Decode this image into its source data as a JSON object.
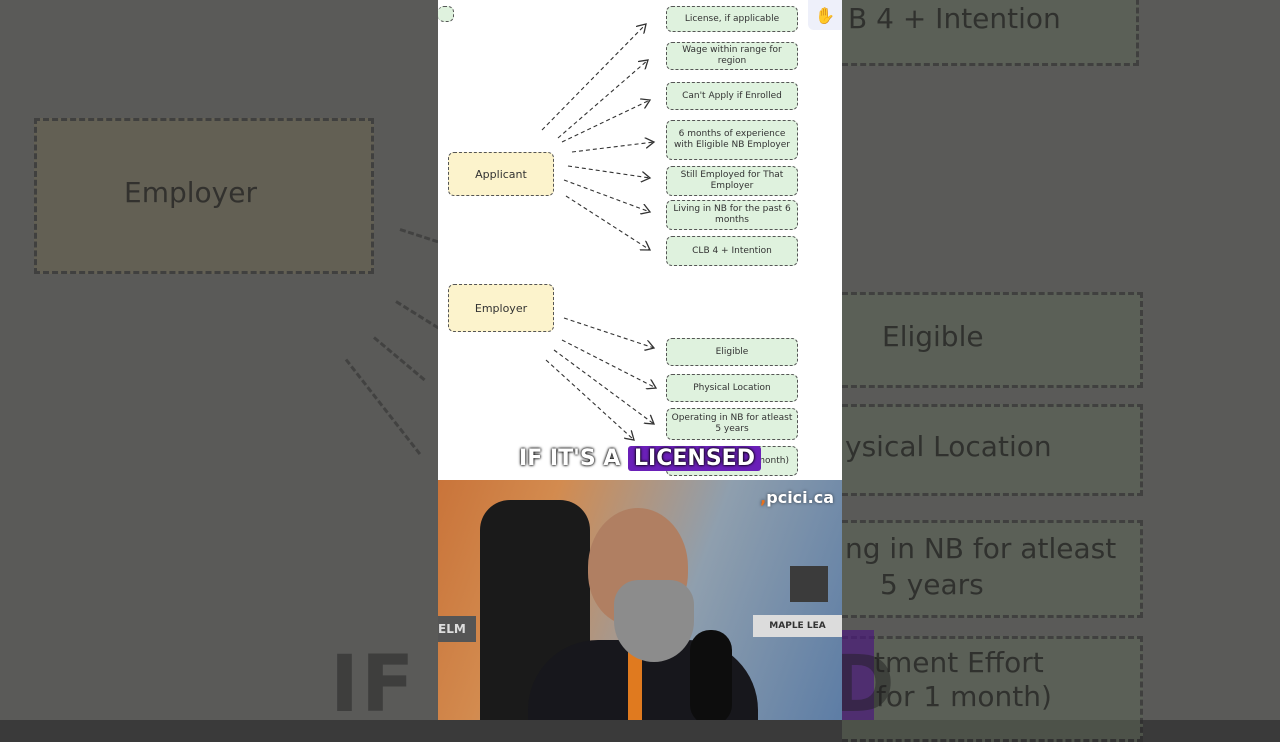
{
  "background": {
    "employer_label": "Employer",
    "intention_fragment": "B 4 + Intention",
    "eligible": "Eligible",
    "physical_location": "ysical Location",
    "operating_line1": "ng in NB for atleast",
    "operating_line2": "5 years",
    "effort_line1": "tment Effort",
    "effort_line2": "for 1 month)",
    "big_caption_left": "IF IT",
    "big_caption_right": "D"
  },
  "diagram": {
    "applicant_label": "Applicant",
    "employer_label": "Employer",
    "applicant_requirements": [
      "License, if applicable",
      "Wage within range for region",
      "Can't Apply if Enrolled",
      "6 months of experience with Eligible NB Employer",
      "Still Employed for That Employer",
      "Living in NB for the past 6 months",
      "CLB 4 + Intention"
    ],
    "employer_requirements": [
      "Eligible",
      "Physical Location",
      "Operating in NB for atleast 5 years",
      "tment Effort for 1 month)"
    ],
    "colors": {
      "requirement_fill": "#dff2de",
      "actor_fill": "#fcf3cc"
    }
  },
  "toolbar": {
    "hand_tool_icon": "hand-icon"
  },
  "caption": {
    "plain": "IF IT'S A",
    "highlight": "LICENSED",
    "highlight_color": "#6a1fb8"
  },
  "webcam": {
    "brand": "pcici.ca",
    "shelf_sign": "MAPLE LEA",
    "left_sign": "ELM"
  }
}
